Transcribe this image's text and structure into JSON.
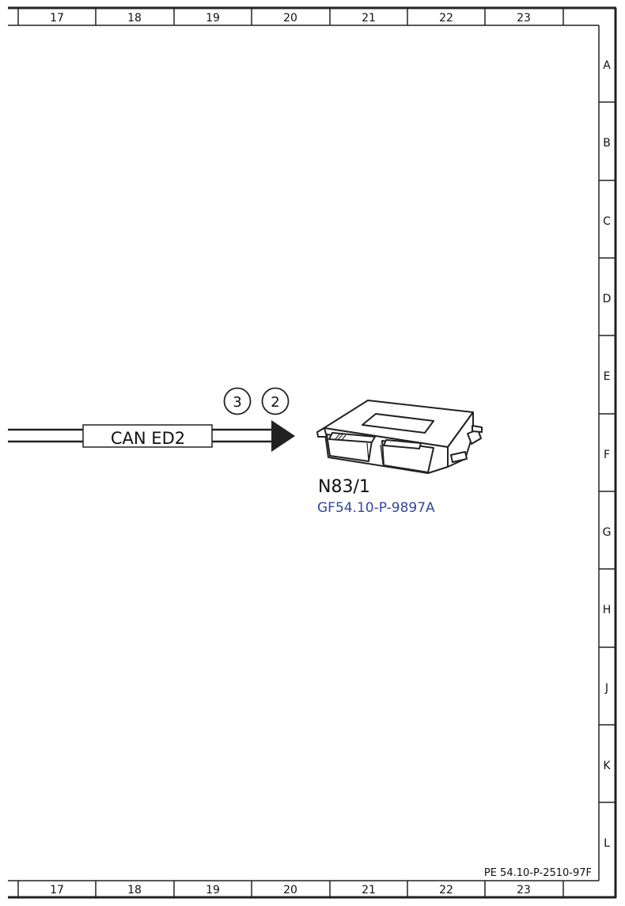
{
  "frame": {
    "columns": [
      "17",
      "18",
      "19",
      "20",
      "21",
      "22",
      "23"
    ],
    "rows": [
      "A",
      "B",
      "C",
      "D",
      "E",
      "F",
      "G",
      "H",
      "J",
      "K",
      "L"
    ]
  },
  "bus": {
    "label": "CAN ED2",
    "markers": [
      "3",
      "2"
    ]
  },
  "component": {
    "code": "N83/1",
    "reference": "GF54.10-P-9897A",
    "reference_color": "#34489a"
  },
  "document_id": "PE 54.10-P-2510-97F"
}
